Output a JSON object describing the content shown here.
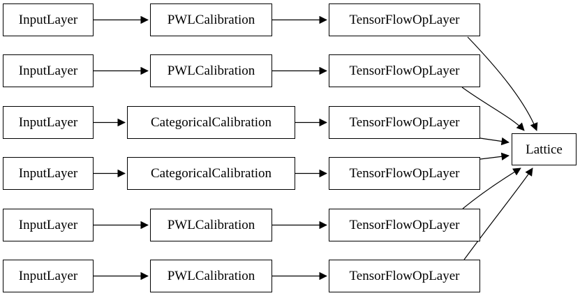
{
  "diagram": {
    "title": "lattice-model-graph",
    "background_color": "#ffffff",
    "node_fill": "#ffffff",
    "stroke_color": "#000000",
    "text_color": "#000000",
    "rows": [
      {
        "input": "InputLayer",
        "calibration": "PWLCalibration",
        "op": "TensorFlowOpLayer"
      },
      {
        "input": "InputLayer",
        "calibration": "PWLCalibration",
        "op": "TensorFlowOpLayer"
      },
      {
        "input": "InputLayer",
        "calibration": "CategoricalCalibration",
        "op": "TensorFlowOpLayer"
      },
      {
        "input": "InputLayer",
        "calibration": "CategoricalCalibration",
        "op": "TensorFlowOpLayer"
      },
      {
        "input": "InputLayer",
        "calibration": "PWLCalibration",
        "op": "TensorFlowOpLayer"
      },
      {
        "input": "InputLayer",
        "calibration": "PWLCalibration",
        "op": "TensorFlowOpLayer"
      }
    ],
    "output": "Lattice"
  }
}
